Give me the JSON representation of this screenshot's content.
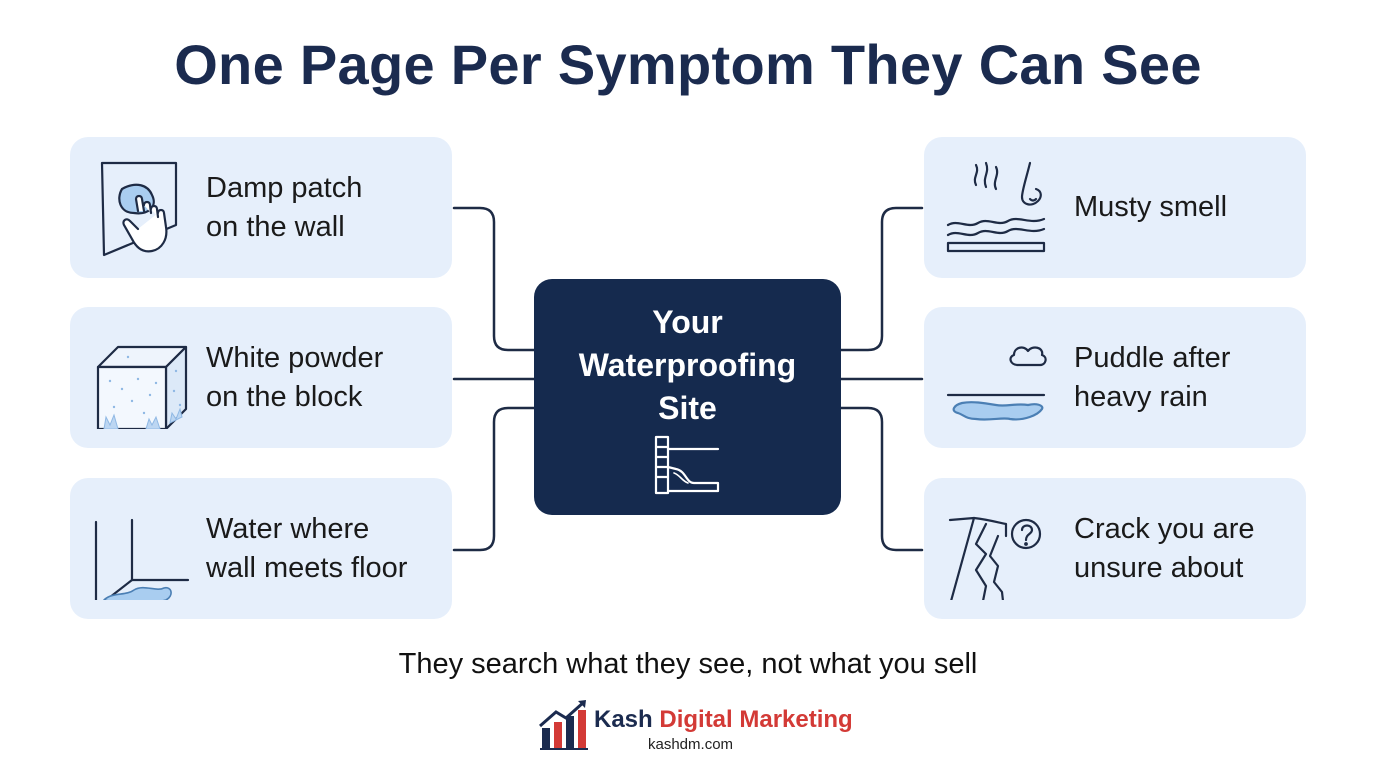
{
  "title": "One Page Per Symptom They Can See",
  "center": {
    "lines": [
      "Your",
      "Waterproofing",
      "Site"
    ],
    "icon": "foundation-wall-diagram-icon"
  },
  "symptoms_left": [
    {
      "label_lines": [
        "Damp patch",
        "on the wall"
      ],
      "icon": "damp-patch-touch-icon"
    },
    {
      "label_lines": [
        "White powder",
        "on the block"
      ],
      "icon": "efflorescence-block-icon"
    },
    {
      "label_lines": [
        "Water where",
        "wall meets floor"
      ],
      "icon": "wall-floor-water-icon"
    }
  ],
  "symptoms_right": [
    {
      "label_lines": [
        "Musty smell"
      ],
      "icon": "musty-smell-icon"
    },
    {
      "label_lines": [
        "Puddle after",
        "heavy rain"
      ],
      "icon": "rain-puddle-icon"
    },
    {
      "label_lines": [
        "Crack you are",
        "unsure about"
      ],
      "icon": "wall-crack-question-icon"
    }
  ],
  "tagline": "They search what they see, not what you sell",
  "brand": {
    "name_part1": "Kash",
    "name_part2": "Digital Marketing",
    "website": "kashdm.com",
    "logo": "bar-chart-arrow-logo"
  },
  "colors": {
    "navy": "#152a4e",
    "title": "#1b2b4f",
    "card_bg": "#e6effb",
    "accent_blue": "#a9cdf0",
    "brand_red": "#d33a36",
    "connector": "#1e2b45"
  }
}
